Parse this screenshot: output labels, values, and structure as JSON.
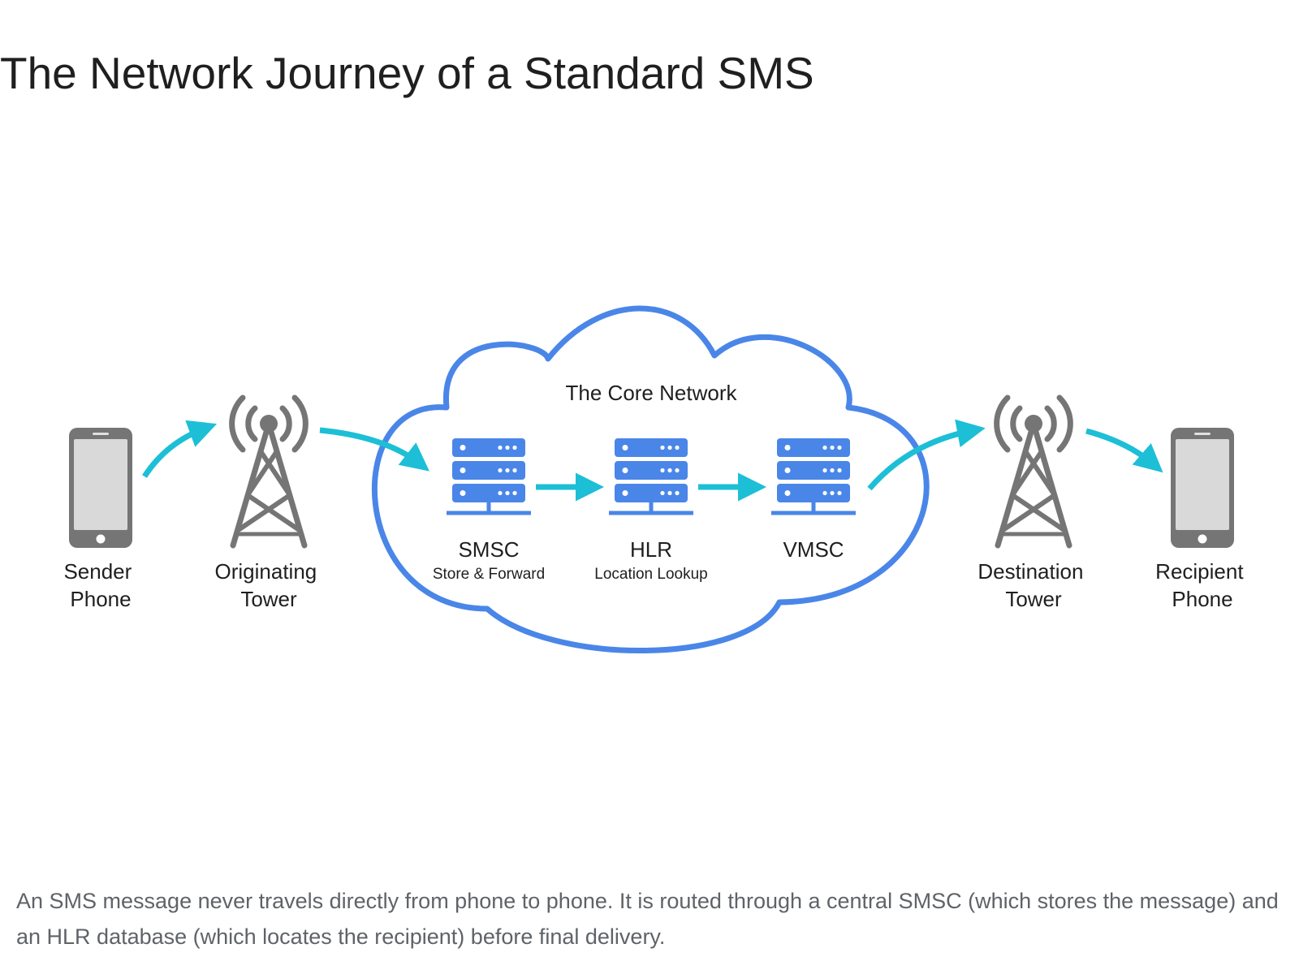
{
  "title": "The Network Journey of a Standard SMS",
  "diagram": {
    "cloud_label": "The Core Network",
    "sender": {
      "line1": "Sender",
      "line2": "Phone"
    },
    "originating_tower": {
      "line1": "Originating",
      "line2": "Tower"
    },
    "smsc": {
      "name": "SMSC",
      "sub": "Store & Forward"
    },
    "hlr": {
      "name": "HLR",
      "sub": "Location Lookup"
    },
    "vmsc": {
      "name": "VMSC"
    },
    "destination_tower": {
      "line1": "Destination",
      "line2": "Tower"
    },
    "recipient": {
      "line1": "Recipient",
      "line2": "Phone"
    }
  },
  "caption": "An SMS message never travels directly from phone to phone. It is routed through a central SMSC (which stores the message) and an HLR database (which locates the recipient) before final delivery.",
  "colors": {
    "arrow": "#1cbfd6",
    "cloud": "#4a86e8",
    "server": "#4a86e8",
    "device": "#757575",
    "screen": "#d9d9d9"
  },
  "icons": [
    "phone-icon",
    "cell-tower-icon",
    "server-stack-icon",
    "cloud-outline",
    "arrow"
  ]
}
